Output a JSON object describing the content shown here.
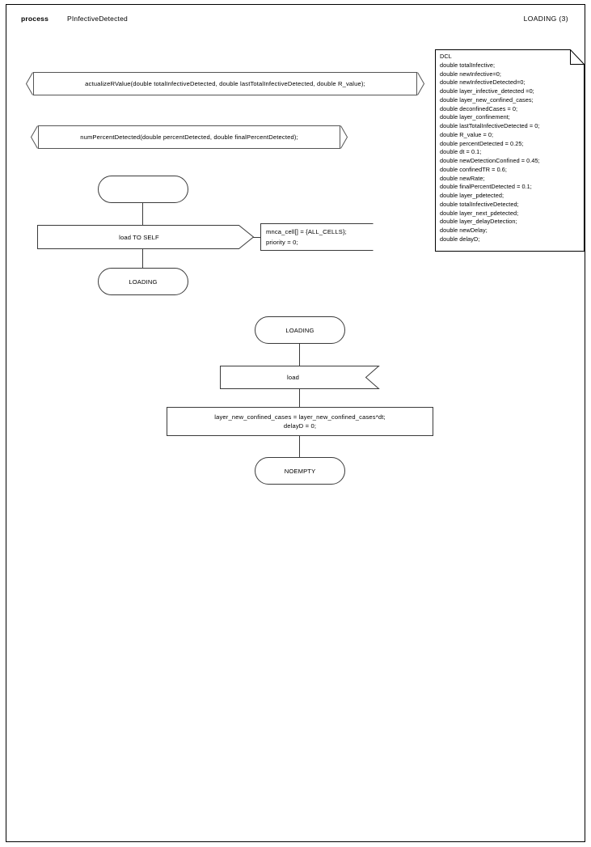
{
  "diagram": {
    "type": "SDL process diagram",
    "header": {
      "kind_label": "process",
      "process_name": "PInfectiveDetected",
      "page_label": "LOADING (3)"
    },
    "declaration_note": {
      "name": "DCL",
      "text": "DCL\ndouble totalInfective;\ndouble newInfective=0;\ndouble newInfectiveDetected=0;\ndouble layer_infective_detected =0;\ndouble layer_new_confined_cases;\ndouble deconfinedCases = 0;\ndouble layer_confinement;\ndouble lastTotalInfectiveDetected = 0;\ndouble R_value = 0;\ndouble percentDetected = 0.25;\ndouble dt = 0.1;\ndouble newDetectionConfined = 0.45;\ndouble confinedTR = 0.6;\ndouble newRate;\ndouble finalPercentDetected = 0.1;\ndouble layer_pdetected;\ndouble totalInfectiveDetected;\ndouble layer_next_pdetected;\ndouble layer_delayDetection;\ndouble newDelay;\ndouble delayD;",
      "declarations": [
        "double totalInfective;",
        "double newInfective=0;",
        "double newInfectiveDetected=0;",
        "double layer_infective_detected =0;",
        "double layer_new_confined_cases;",
        "double deconfinedCases = 0;",
        "double layer_confinement;",
        "double lastTotalInfectiveDetected = 0;",
        "double R_value = 0;",
        "double percentDetected = 0.25;",
        "double dt = 0.1;",
        "double newDetectionConfined = 0.45;",
        "double confinedTR = 0.6;",
        "double newRate;",
        "double finalPercentDetected = 0.1;",
        "double layer_pdetected;",
        "double totalInfectiveDetected;",
        "double layer_next_pdetected;",
        "double layer_delayDetection;",
        "double newDelay;",
        "double delayD;"
      ]
    },
    "procedure_declarations": [
      {
        "id": "actualizeRValue",
        "text": "actualizeRValue(double totalInfectiveDetected, double lastTotalInfectiveDetected, double R_value);"
      },
      {
        "id": "numPercentDetected",
        "text": "numPercentDetected(double percentDetected, double finalPercentDetected);"
      }
    ],
    "flows": [
      {
        "id": "start-transition",
        "nodes": [
          {
            "kind": "state",
            "label": ""
          },
          {
            "kind": "output",
            "label": "load TO SELF"
          },
          {
            "kind": "state",
            "label": "LOADING"
          }
        ],
        "comment": {
          "label": "mnca_cell[] = {ALL_CELLS};\npriority = 0;"
        }
      },
      {
        "id": "loading-transition",
        "nodes": [
          {
            "kind": "state",
            "label": "LOADING"
          },
          {
            "kind": "input",
            "label": "load"
          },
          {
            "kind": "task",
            "label": "layer_new_confined_cases = layer_new_confined_cases*dt;\ndelayD = 0;"
          },
          {
            "kind": "state",
            "label": "NOEMPTY"
          }
        ]
      }
    ],
    "colors": {
      "background": "#ffffff",
      "stroke": "#000000",
      "connector": "#3a3a3a",
      "text": "#000000"
    }
  }
}
